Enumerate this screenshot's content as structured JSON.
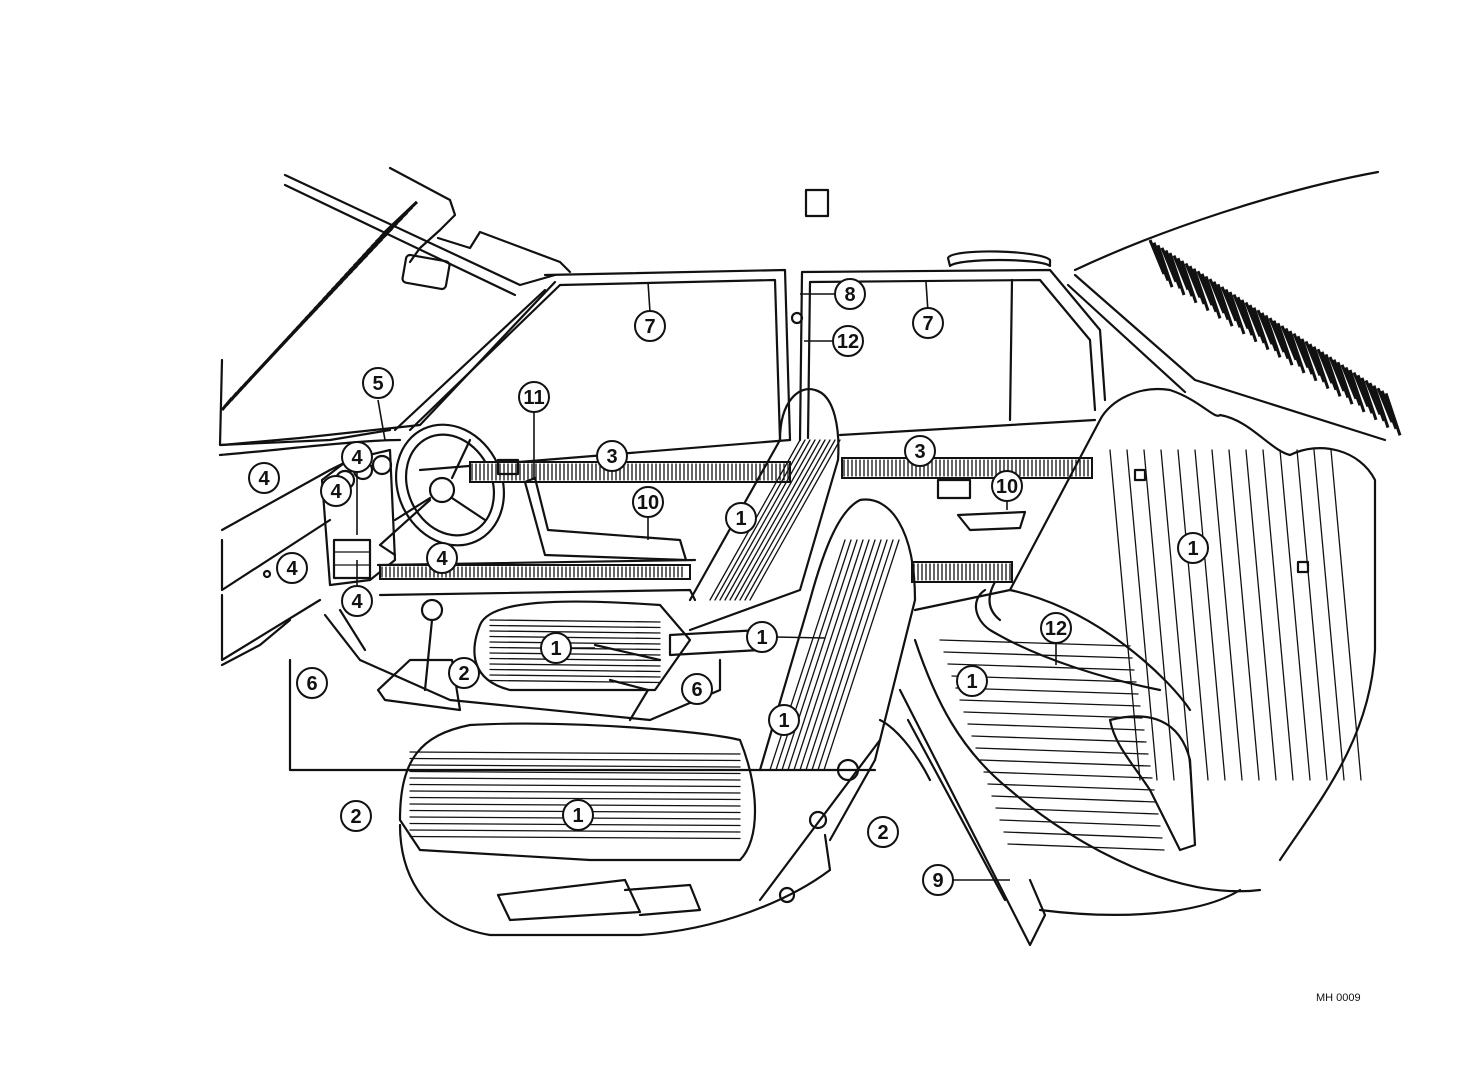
{
  "figure_code": "MH 0009",
  "callouts": [
    {
      "id": "c7a",
      "label": "7"
    },
    {
      "id": "c8",
      "label": "8"
    },
    {
      "id": "c12a",
      "label": "12"
    },
    {
      "id": "c7b",
      "label": "7"
    },
    {
      "id": "c5",
      "label": "5"
    },
    {
      "id": "c11",
      "label": "11"
    },
    {
      "id": "c3a",
      "label": "3"
    },
    {
      "id": "c3b",
      "label": "3"
    },
    {
      "id": "c4a",
      "label": "4"
    },
    {
      "id": "c4b",
      "label": "4"
    },
    {
      "id": "c4c",
      "label": "4"
    },
    {
      "id": "c4d",
      "label": "4"
    },
    {
      "id": "c4e",
      "label": "4"
    },
    {
      "id": "c4f",
      "label": "4"
    },
    {
      "id": "c10a",
      "label": "10"
    },
    {
      "id": "c10b",
      "label": "10"
    },
    {
      "id": "c1a",
      "label": "1"
    },
    {
      "id": "c1b",
      "label": "1"
    },
    {
      "id": "c1c",
      "label": "1"
    },
    {
      "id": "c1d",
      "label": "1"
    },
    {
      "id": "c1e",
      "label": "1"
    },
    {
      "id": "c1f",
      "label": "1"
    },
    {
      "id": "c1g",
      "label": "1"
    },
    {
      "id": "c12b",
      "label": "12"
    },
    {
      "id": "c6a",
      "label": "6"
    },
    {
      "id": "c6b",
      "label": "6"
    },
    {
      "id": "c2a",
      "label": "2"
    },
    {
      "id": "c2b",
      "label": "2"
    },
    {
      "id": "c2c",
      "label": "2"
    },
    {
      "id": "c9",
      "label": "9"
    }
  ]
}
